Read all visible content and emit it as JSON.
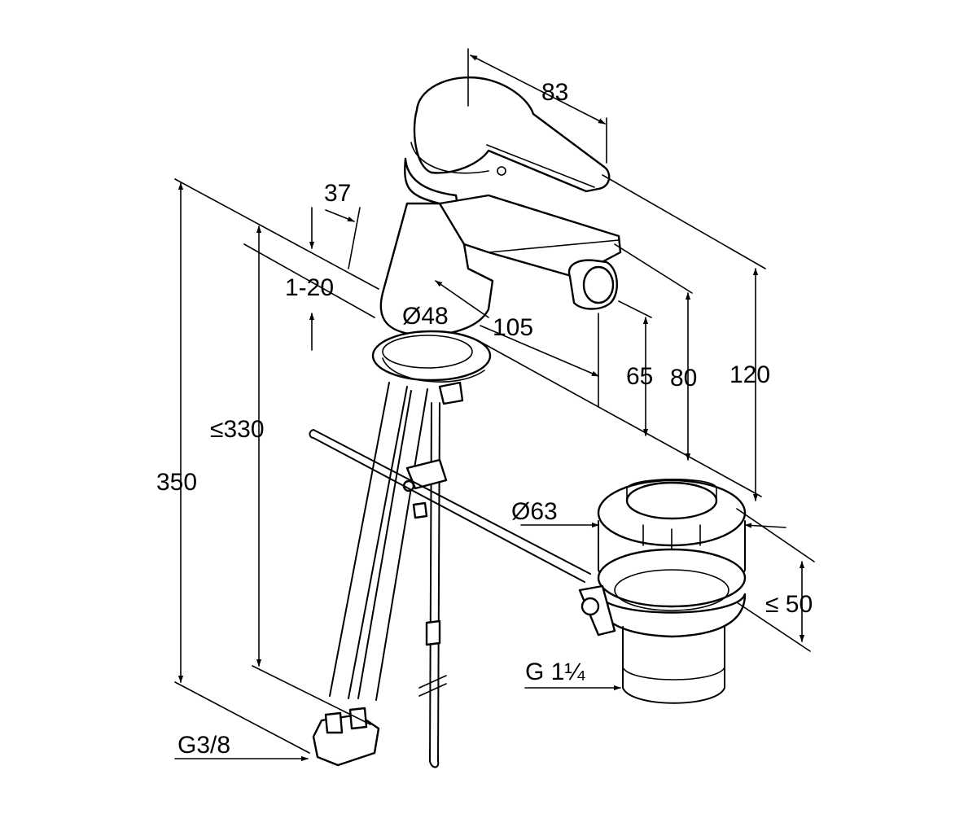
{
  "dimensions": {
    "d83": "83",
    "d37": "37",
    "d1_20": "1-20",
    "d48": "Ø48",
    "d105": "105",
    "d65": "65",
    "d80": "80",
    "d120": "120",
    "d330": "≤330",
    "d350": "350",
    "d63": "Ø63",
    "d50": "≤ 50",
    "thread_waste": "G 1¼",
    "thread_supply": "G3/8"
  },
  "colors": {
    "line": "#000000",
    "background": "#ffffff"
  }
}
